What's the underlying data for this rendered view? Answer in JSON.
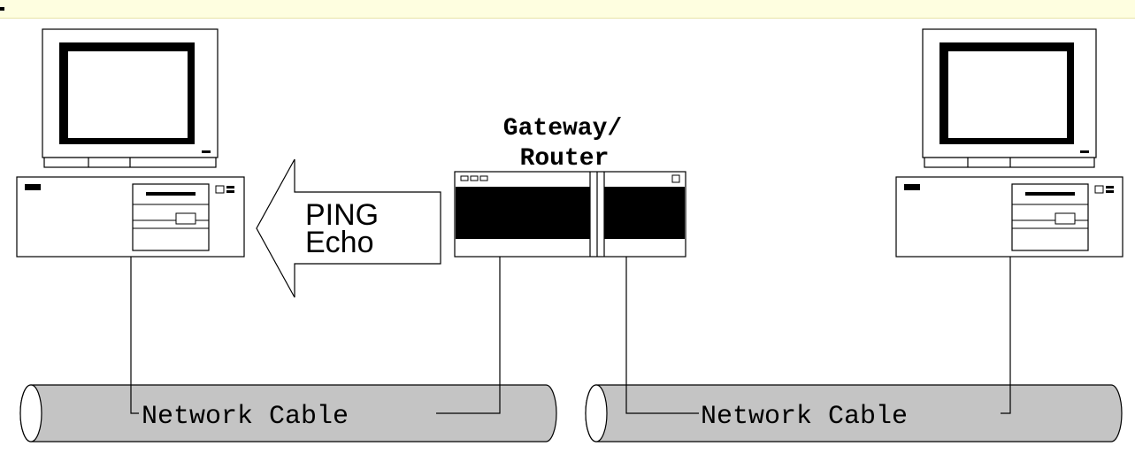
{
  "gateway": {
    "label_line1": "Gateway/",
    "label_line2": "Router"
  },
  "arrow": {
    "line1": "PING",
    "line2": "Echo"
  },
  "cables": [
    {
      "label": "Network Cable"
    },
    {
      "label": "Network Cable"
    }
  ]
}
